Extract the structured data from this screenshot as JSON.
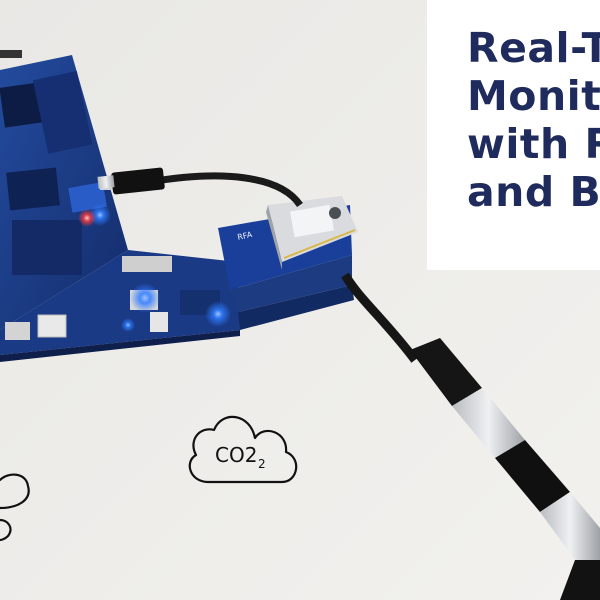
{
  "headline": {
    "line1": "Real-T",
    "line2": "Monit",
    "line3": "with R",
    "line4": "and B"
  },
  "icons": {
    "co2_main": "co2",
    "co2_sub": "2",
    "co2_icon": "co2-cloud-icon",
    "wind_icon": "wind-cloud-icon"
  },
  "colors": {
    "headline": "#1f2b5c",
    "board": "#1c3e8e",
    "led": "#2e7bff",
    "background": "#ecebe8"
  }
}
